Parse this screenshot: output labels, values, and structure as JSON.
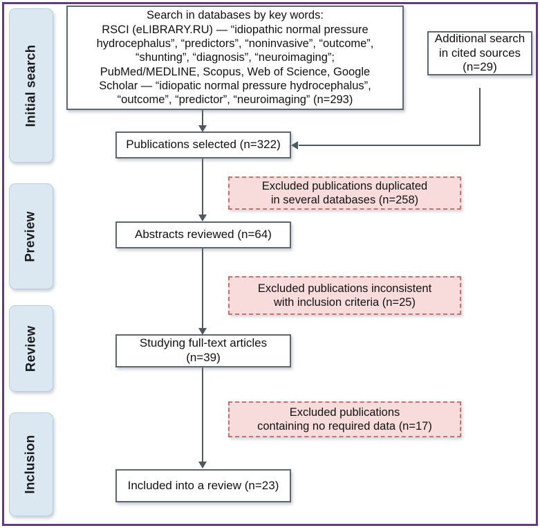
{
  "figure": {
    "type": "prisma-flow-diagram",
    "frame_color": "#6b2f9e",
    "stage_box_color": "#dbe8f2",
    "process_box_border": "#5a6670",
    "excluded_box_fill": "#f8dcdc",
    "excluded_box_border": "#c9706f"
  },
  "stages": [
    {
      "label": "Initial search"
    },
    {
      "label": "Preview"
    },
    {
      "label": "Review"
    },
    {
      "label": "Inclusion"
    }
  ],
  "process_boxes": [
    {
      "id": "search-databases",
      "text": "Search in databases by key words:\nRSCI (eLIBRARY.RU) — “idiopathic normal pressure\nhydrocephalus”, “predictors”, “noninvasive”, “outcome”,\n“shunting”, “diagnosis”, “neuroimaging”;\nPubMed/MEDLINE, Scopus, Web of Science, Google\nScholar — “idiopatic normal pressure hydrocephalus”,\n“outcome”, “predictor”, “neuroimaging” (n=293)",
      "n": 293
    },
    {
      "id": "additional-search",
      "text": "Additional search\nin cited sources\n(n=29)",
      "n": 29
    },
    {
      "id": "publications-selected",
      "text": "Publications selected (n=322)",
      "n": 322
    },
    {
      "id": "abstracts-reviewed",
      "text": "Abstracts reviewed (n=64)",
      "n": 64
    },
    {
      "id": "full-text-articles",
      "text": "Studying full-text articles\n(n=39)",
      "n": 39
    },
    {
      "id": "included-into-review",
      "text": "Included into a review (n=23)",
      "n": 23
    }
  ],
  "excluded_boxes": [
    {
      "id": "excluded-duplicated",
      "text": "Excluded publications duplicated\nin several databases (n=258)",
      "n": 258
    },
    {
      "id": "excluded-inconsistent",
      "text": "Excluded publications inconsistent\nwith inclusion criteria (n=25)",
      "n": 25
    },
    {
      "id": "excluded-no-data",
      "text": "Excluded publications\ncontaining no required data (n=17)",
      "n": 17
    }
  ]
}
